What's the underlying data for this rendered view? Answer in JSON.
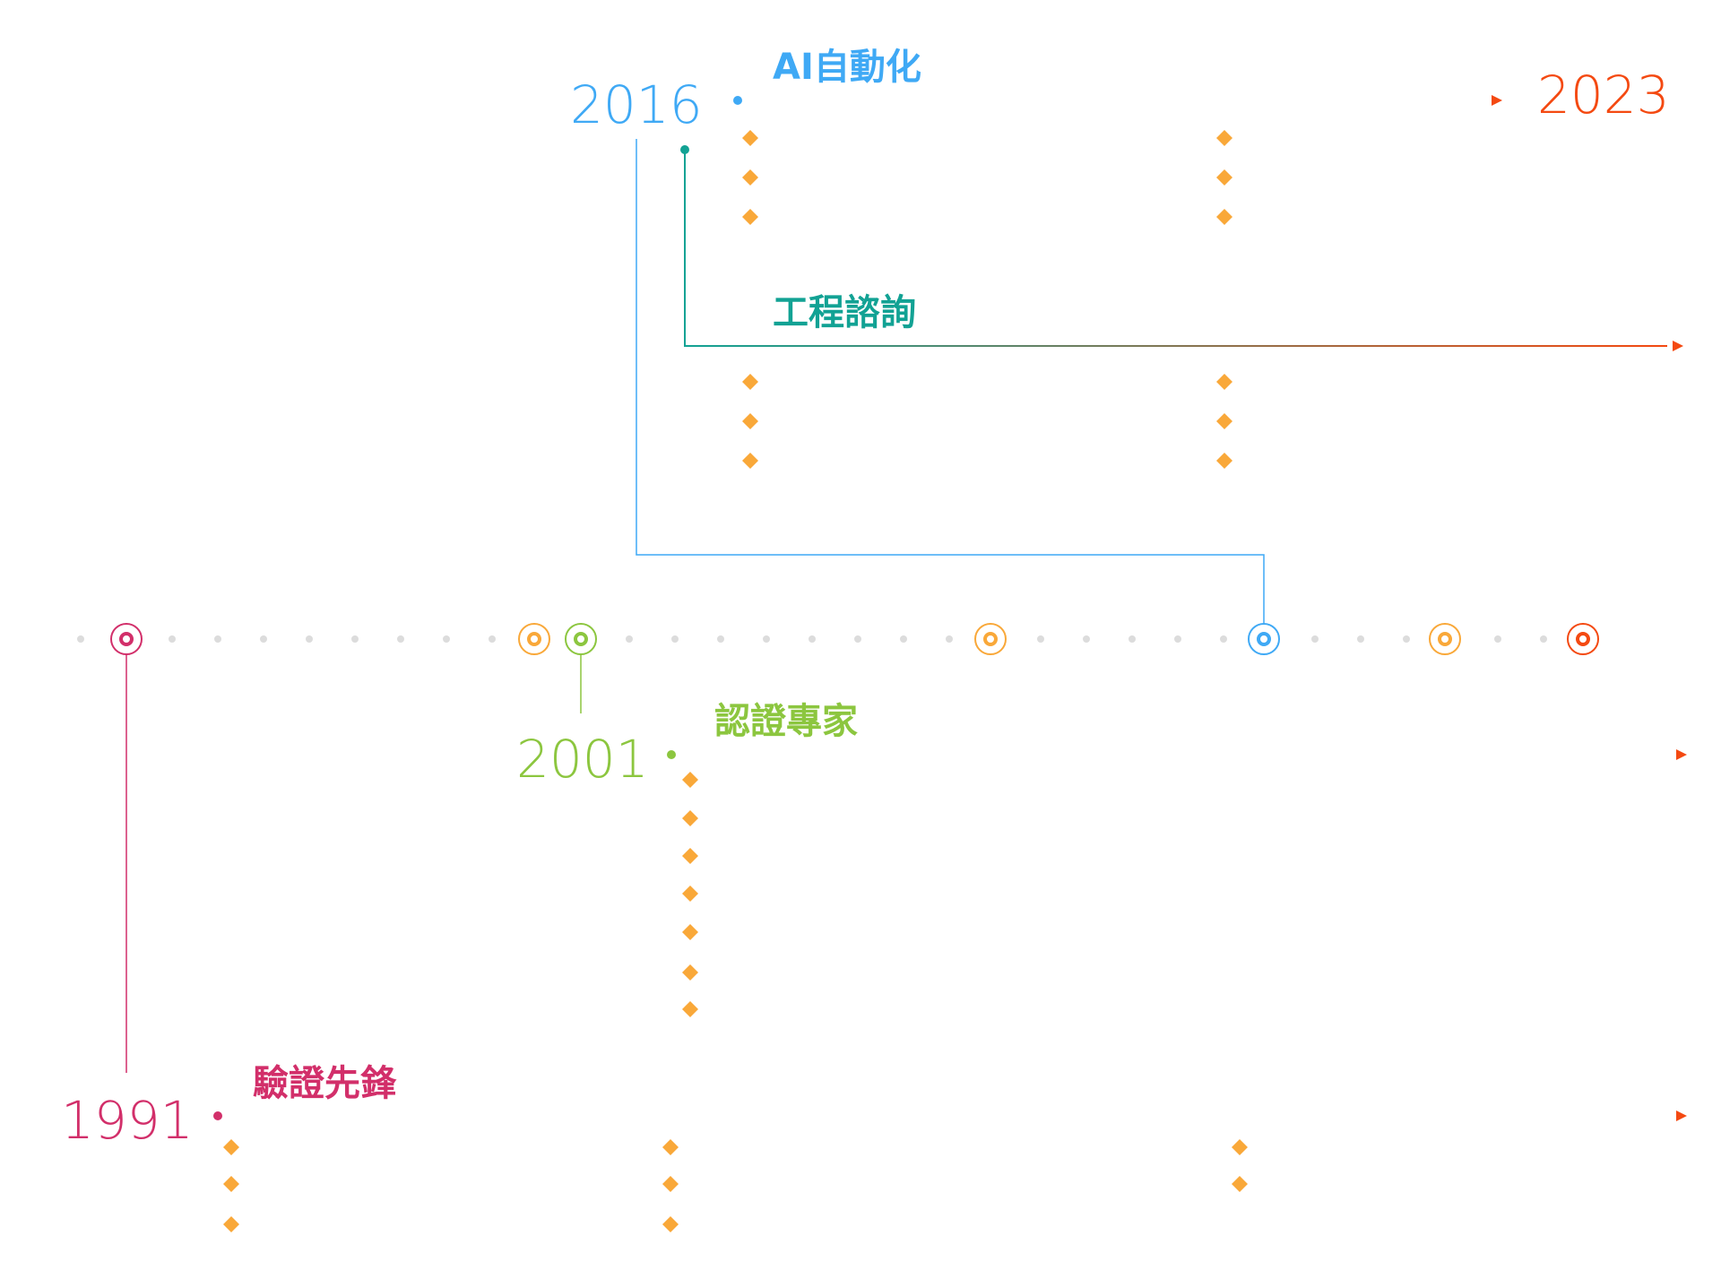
{
  "colors": {
    "era_1991": "#d22f6a",
    "era_2001": "#8cc63f",
    "era_2016_consult": "#12a294",
    "era_2016_ai": "#3fa9f5",
    "era_2023": "#f44911",
    "bullet": "#f9a839",
    "milestone_neutral": "#f9a839",
    "dot_track": "#dcdcdc"
  },
  "years": {
    "y1991": "1991",
    "y2001": "2001",
    "y2016": "2016",
    "y2023": "2023"
  },
  "branches": {
    "verification": {
      "label": "驗證先鋒"
    },
    "certification": {
      "label": "認證專家"
    },
    "consulting": {
      "label": "工程諮詢"
    },
    "automation": {
      "label": "AI自動化"
    }
  },
  "milestones": [
    {
      "name": "milestone-1991",
      "color": "era_1991"
    },
    {
      "name": "milestone-neutral-1",
      "color": "milestone_neutral"
    },
    {
      "name": "milestone-2001",
      "color": "era_2001"
    },
    {
      "name": "milestone-neutral-2",
      "color": "milestone_neutral"
    },
    {
      "name": "milestone-2016",
      "color": "era_2016_ai"
    },
    {
      "name": "milestone-neutral-3",
      "color": "milestone_neutral"
    },
    {
      "name": "milestone-2023",
      "color": "era_2023"
    }
  ]
}
